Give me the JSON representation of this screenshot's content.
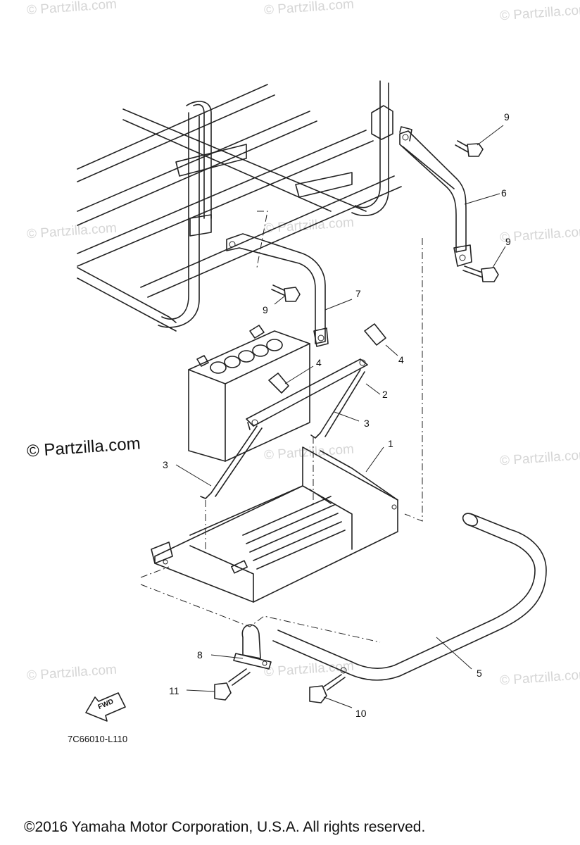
{
  "watermarks": {
    "small": "© Partzilla.com",
    "main": "© Partzilla.com"
  },
  "callouts": {
    "c1": "1",
    "c2": "2",
    "c3a": "3",
    "c3b": "3",
    "c4a": "4",
    "c4b": "4",
    "c5": "5",
    "c6": "6",
    "c7": "7",
    "c8": "8",
    "c9a": "9",
    "c9b": "9",
    "c9c": "9",
    "c10": "10",
    "c11": "11"
  },
  "fwd_label": "FWD",
  "diagram_code": "7C66010-L110",
  "copyright": "©2016  Yamaha Motor Corporation, U.S.A. All rights reserved."
}
